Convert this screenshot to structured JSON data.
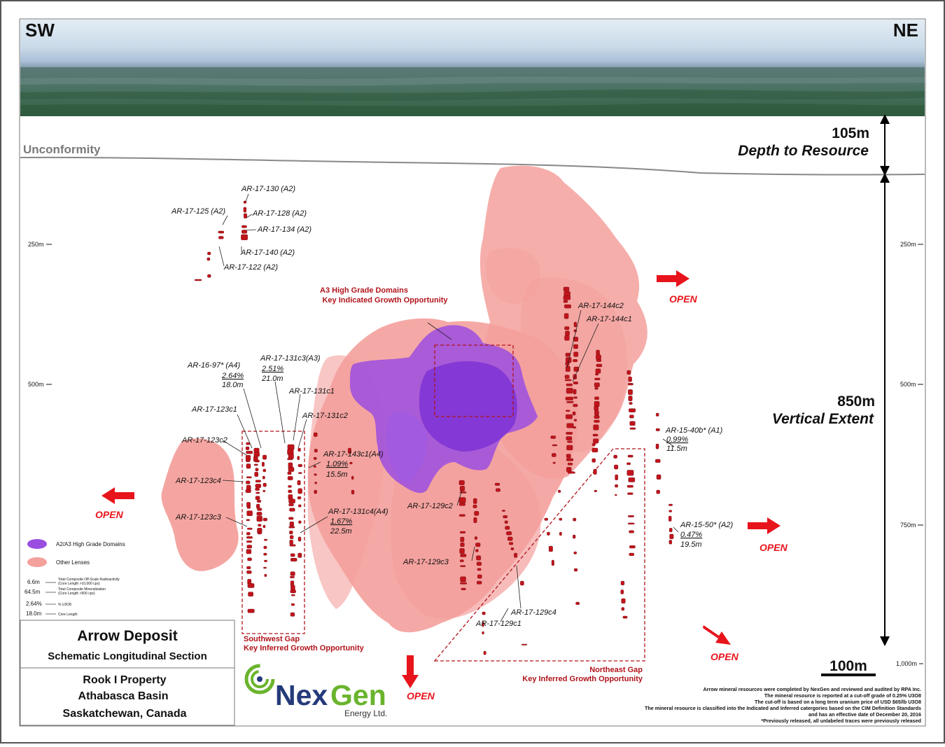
{
  "header": {
    "sw": "SW",
    "ne": "NE"
  },
  "unconformity_label": "Unconformity",
  "depth": {
    "value": "105m",
    "label": "Depth to Resource"
  },
  "vertical": {
    "value": "850m",
    "label": "Vertical Extent"
  },
  "depth_ticks": {
    "t250": "250m",
    "t500": "500m",
    "t750": "750m",
    "t1000": "1,000m"
  },
  "callouts": {
    "a3": {
      "line1": "A3 High Grade Domains",
      "line2": "Key Indicated Growth Opportunity"
    },
    "sw_gap": {
      "line1": "Southwest Gap",
      "line2": "Key Inferred Growth Opportunity"
    },
    "ne_gap": {
      "line1": "Northeast Gap",
      "line2": "Key Inferred Growth Opportunity"
    }
  },
  "open_label": "OPEN",
  "holes": {
    "h130": "AR-17-130 (A2)",
    "h125": "AR-17-125 (A2)",
    "h128": "AR-17-128 (A2)",
    "h134": "AR-17-134 (A2)",
    "h140": "AR-17-140 (A2)",
    "h122": "AR-17-122 (A2)",
    "h144c2": "AR-17-144c2",
    "h144c1": "AR-17-144c1",
    "h97": "AR-16-97* (A4)",
    "h97_grade": "2.64%",
    "h97_len": "18.0m",
    "h131c3": "AR-17-131c3(A3)",
    "h131c3_grade": "2.51%",
    "h131c3_len": "21.0m",
    "h131c1": "AR-17-131c1",
    "h131c2": "AR-17-131c2",
    "h123c1": "AR-17-123c1",
    "h123c2": "AR-17-123c2",
    "h123c4": "AR-17-123c4",
    "h123c3": "AR-17-123c3",
    "h143c1": "AR-17-143c1(A4)",
    "h143c1_grade": "1.09%",
    "h143c1_len": "15.5m",
    "h131c4": "AR-17-131c4(A4)",
    "h131c4_grade": "1.67%",
    "h131c4_len": "22.5m",
    "h129c2": "AR-17-129c2",
    "h129c3": "AR-17-129c3",
    "h129c4": "AR-17-129c4",
    "h129c1": "AR-17-129c1",
    "h40b": "AR-15-40b* (A1)",
    "h40b_grade": "0.99%",
    "h40b_len": "11.5m",
    "h50": "AR-15-50* (A2)",
    "h50_grade": "0.47%",
    "h50_len": "19.5m"
  },
  "legend": {
    "high_grade": "A2/A3 High Grade Domains",
    "other": "Other Lenses",
    "k1_val": "6.6m",
    "k1_text1": "Total Composite Off-Scale Radioactivity",
    "k1_text2": "(Core Length >10,000 cps)",
    "k2_val": "64.5m",
    "k2_text1": "Total Composite Mineralization",
    "k2_text2": "(Core Length >500 cps)",
    "k3_val": "2.64%",
    "k3_text": "% U3O8",
    "k4_val": "18.0m",
    "k4_text": "Core Length"
  },
  "title_block": {
    "title": "Arrow Deposit",
    "subtitle": "Schematic Longitudinal Section",
    "loc1": "Rook I Property",
    "loc2": "Athabasca Basin",
    "loc3": "Saskatchewan, Canada"
  },
  "logo": {
    "nex": "Nex",
    "gen": "Gen",
    "sub": "Energy Ltd."
  },
  "scale": "100m",
  "notes": {
    "n1": "Arrow mineral resources were completed by NexGen and reviewed and audited by RPA Inc.",
    "n2": "The mineral resource is reported at a cut-off grade of 0.25% U3O8",
    "n3": "The cut-off is based on a long term uranium price of USD $65/lb U3O8",
    "n4": "The mineral resource is classified into the Indicated and Inferred catergories based on the CIM Definition Standards",
    "n5": "and has an effective date of December 20, 2016",
    "n6": "*Previously released, all unlabeled traces were previously released"
  },
  "colors": {
    "pink": "#f4a09c",
    "purple": "#9b4de0",
    "drill": "#c0141b",
    "open_red": "#e8141b",
    "gap_red": "#b0141b",
    "logo_blue": "#243a7a",
    "logo_green": "#6ab42d"
  }
}
